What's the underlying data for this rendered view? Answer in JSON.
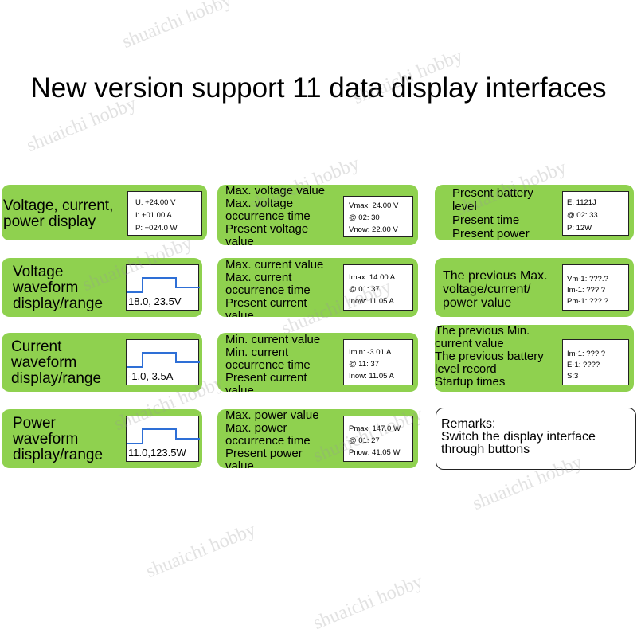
{
  "headline": "New version support 11 data display interfaces",
  "colors": {
    "card_green": "#8fd14f",
    "wave_line": "#2e6fd6"
  },
  "watermark": "shuaichi hobby",
  "cards": {
    "c1": {
      "desc": "Voltage, current,\npower display",
      "lines": [
        "U:  +24.00 V",
        "I:   +01.00 A",
        "P:  +024.0 W"
      ]
    },
    "c2": {
      "desc": "Max. voltage value\nMax. voltage\noccurrence time\nPresent voltage\nvalue",
      "lines": [
        "Vmax: 24.00 V",
        "@ 02: 30",
        "Vnow: 22.00 V"
      ]
    },
    "c3": {
      "desc": "Present battery\nlevel\nPresent time\nPresent power",
      "lines": [
        "E: 1121J",
        "@ 02: 33",
        "P: 12W"
      ]
    },
    "c4": {
      "desc": "Voltage\nwaveform\ndisplay/range",
      "range": "18.0, 23.5V"
    },
    "c5": {
      "desc": "Max. current value\nMax. current\noccurrence time\nPresent current\nvalue",
      "lines": [
        "Imax: 14.00 A",
        "@ 01: 37",
        "Inow: 11.05 A"
      ]
    },
    "c6": {
      "desc": "The previous Max.\nvoltage/current/\npower value",
      "lines": [
        "Vm-1: ???.?",
        "Im-1: ???.?",
        "Pm-1: ???.?"
      ]
    },
    "c7": {
      "desc": "Current\nwaveform\ndisplay/range",
      "range": "-1.0, 3.5A"
    },
    "c8": {
      "desc": "Min. current value\nMin. current\noccurrence time\nPresent current\nvalue",
      "lines": [
        "Imin: -3.01 A",
        "@ 11: 37",
        "Inow: 11.05 A"
      ]
    },
    "c9": {
      "desc": "The previous Min.\ncurrent value\nThe previous battery\nlevel record\n Startup times",
      "lines": [
        "Im-1: ???.?",
        "E-1: ????",
        "S:3"
      ]
    },
    "c10": {
      "desc": "Power\nwaveform\ndisplay/range",
      "range": "11.0,123.5W"
    },
    "c11": {
      "desc": "Max. power value\nMax. power\noccurrence time\nPresent power\nvalue",
      "lines": [
        "Pmax: 147.0 W",
        "@ 01: 27",
        "Pnow: 41.05 W"
      ]
    },
    "c12": {
      "desc": "Remarks:\nSwitch the display interface\nthrough buttons"
    }
  }
}
